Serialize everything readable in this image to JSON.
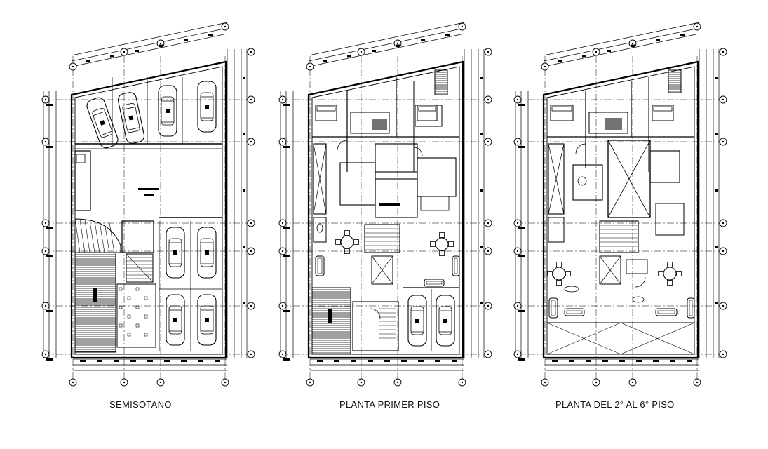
{
  "plans": [
    {
      "id": "semisotano",
      "title": "SEMISOTANO"
    },
    {
      "id": "primer-piso",
      "title": "PLANTA PRIMER PISO"
    },
    {
      "id": "pisos-2-6",
      "title": "PLANTA DEL 2° AL 6° PISO"
    }
  ],
  "colors": {
    "line": "#000000",
    "background": "#ffffff"
  }
}
